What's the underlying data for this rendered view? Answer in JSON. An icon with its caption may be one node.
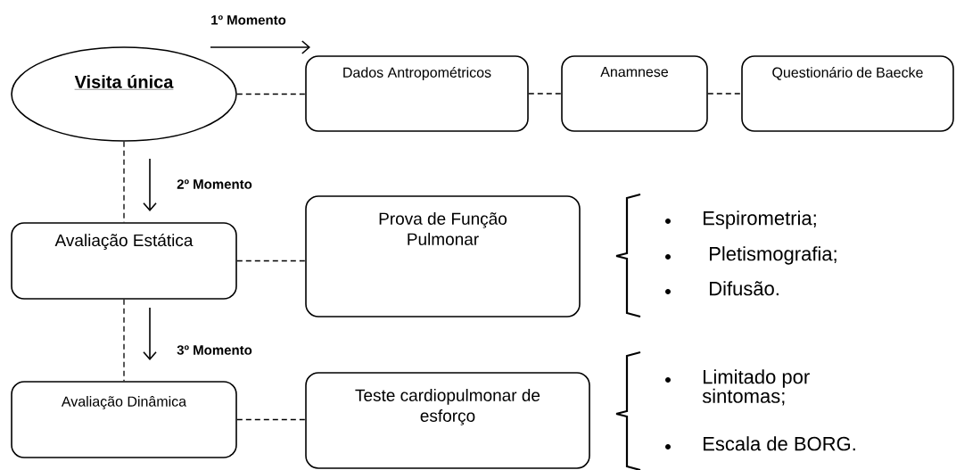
{
  "diagram": {
    "nodes": [
      {
        "text": [
          "Visita única"
        ]
      },
      {
        "text": [
          "Dados Antropométricos"
        ]
      },
      {
        "text": [
          "Anamnese"
        ]
      },
      {
        "text": [
          "Questionário de Baecke"
        ]
      },
      {
        "text": [
          "Avaliação Estática"
        ]
      },
      {
        "text": [
          "Prova de Função Pulmonar"
        ]
      },
      {
        "text": [
          "Avaliação Dinâmica"
        ]
      },
      {
        "text": [
          "Teste cardiopulmonar de esforço"
        ]
      }
    ],
    "edges": [
      {
        "from": 0,
        "to": 1,
        "arrow": "none",
        "style": "dashed"
      },
      {
        "from": 1,
        "to": 2,
        "arrow": "none",
        "style": "dashed"
      },
      {
        "from": 2,
        "to": 3,
        "arrow": "none",
        "style": "dashed"
      },
      {
        "from": 0,
        "to": 4,
        "arrow": "none",
        "style": "dashed"
      },
      {
        "from": 4,
        "to": 5,
        "arrow": "none",
        "style": "dashed"
      },
      {
        "from": 4,
        "to": 6,
        "arrow": "none",
        "style": "dashed"
      },
      {
        "from": 6,
        "to": 7,
        "arrow": "none",
        "style": "dashed"
      }
    ],
    "labels": [
      "1º Momento",
      "2º Momento",
      "3º Momento",
      "Espirometria;",
      "Pletismografia;",
      "Difusão.",
      "Limitado por sintomas;",
      "Escala de BORG."
    ]
  }
}
